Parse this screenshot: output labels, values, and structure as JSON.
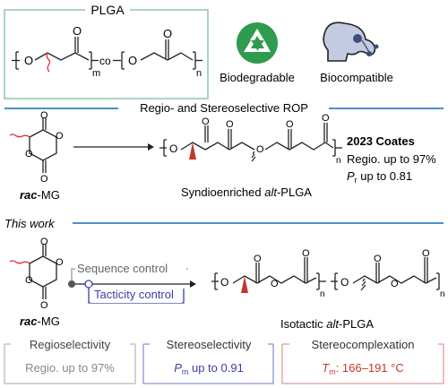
{
  "plga": {
    "title": "PLGA",
    "m": "m",
    "n": "n",
    "co": "co"
  },
  "badges": {
    "biodegradable": "Biodegradable",
    "biocompatible": "Biocompatible"
  },
  "rop_title": "Regio- and Stereoselective ROP",
  "prior": {
    "monomer": "rac",
    "monomer_suffix": "-MG",
    "product_prefix": "Syndioenriched ",
    "product_italic": "alt",
    "product_suffix": "-PLGA",
    "n": "n",
    "ref": "2023 Coates",
    "regio": "Regio. up to 97%",
    "p_symbol": "P",
    "p_sub": "r",
    "p_text": " up to 0.81"
  },
  "this_work": {
    "label": "This work",
    "monomer": "rac",
    "monomer_suffix": "-MG",
    "sequence": "Sequence control",
    "tacticity": "Tacticity control",
    "product_prefix": "Isotactic ",
    "product_italic": "alt",
    "product_suffix": "-PLGA",
    "n": "n"
  },
  "boxes": {
    "regio_title": "Regioselectivity",
    "regio_value": "Regio. up to 97%",
    "stereo_title": "Stereoselectivity",
    "stereo_symbol": "P",
    "stereo_sub": "m",
    "stereo_value": " up to 0.91",
    "complex_title": "Stereocomplexation",
    "complex_symbol": "T",
    "complex_sub": "m",
    "complex_value": ": 166–191 °C"
  },
  "colors": {
    "accent_blue": "#4a8fd0",
    "green": "#2e9b4e",
    "plga_border": "#8fc9a8",
    "tacticity_blue": "#3a3fa8",
    "stereo_border": "#8f93d8",
    "complex_red": "#c0392b",
    "complex_border": "#e59b9b",
    "regio_gray": "#888888",
    "red_wavy": "#d33",
    "gray_box": "#999"
  }
}
